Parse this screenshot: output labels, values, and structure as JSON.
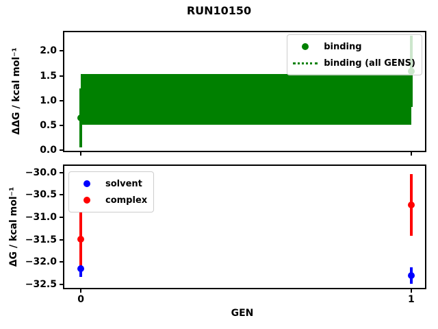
{
  "figure": {
    "title": "RUN10150"
  },
  "chart_data": [
    {
      "type": "scatter",
      "name": "binding-free-energy-plot",
      "title": "",
      "ylabel": "ΔΔG / kcal mol⁻¹",
      "xlabel": "",
      "xlim": [
        -0.05,
        1.05
      ],
      "ylim": [
        -0.07,
        2.38
      ],
      "ytick_values": [
        0.0,
        0.5,
        1.0,
        1.5,
        2.0
      ],
      "ytick_labels": [
        "0.0",
        "0.5",
        "1.0",
        "1.5",
        "2.0"
      ],
      "xtick_values": [
        0,
        1
      ],
      "xtick_labels": [
        "",
        ""
      ],
      "grid": false,
      "series": [
        {
          "name": "binding",
          "color": "#008000",
          "marker": "circle",
          "x": [
            0,
            1
          ],
          "y": [
            0.65,
            1.59
          ],
          "yerr": [
            0.59,
            0.72
          ]
        }
      ],
      "band": {
        "name": "binding (all GENS)",
        "color": "#008000",
        "style": "dotted",
        "x": [
          0,
          1
        ],
        "y_center": 1.02,
        "y_low": 0.51,
        "y_high": 1.54
      },
      "legend": {
        "position": "upper-right",
        "entries": [
          {
            "label": "binding",
            "marker": "dot",
            "color": "#008000"
          },
          {
            "label": "binding (all GENS)",
            "marker": "dotted-line",
            "color": "#008000"
          }
        ]
      }
    },
    {
      "type": "scatter",
      "name": "solvent-complex-free-energy-plot",
      "title": "",
      "ylabel": "ΔG / kcal mol⁻¹",
      "xlabel": "GEN",
      "xlim": [
        -0.05,
        1.05
      ],
      "ylim": [
        -32.64,
        -29.85
      ],
      "ytick_values": [
        -30.0,
        -30.5,
        -31.0,
        -31.5,
        -32.0,
        -32.5
      ],
      "ytick_labels": [
        "−30.0",
        "−30.5",
        "−31.0",
        "−31.5",
        "−32.0",
        "−32.5"
      ],
      "xtick_values": [
        0,
        1
      ],
      "xtick_labels": [
        "0",
        "1"
      ],
      "grid": false,
      "series": [
        {
          "name": "solvent",
          "color": "#0000ff",
          "marker": "circle",
          "x": [
            0,
            1
          ],
          "y": [
            -32.15,
            -32.3
          ],
          "yerr": [
            0.18,
            0.18
          ]
        },
        {
          "name": "complex",
          "color": "#ff0000",
          "marker": "circle",
          "x": [
            0,
            1
          ],
          "y": [
            -31.49,
            -30.72
          ],
          "yerr": [
            0.59,
            0.69
          ]
        }
      ],
      "legend": {
        "position": "upper-left",
        "entries": [
          {
            "label": "solvent",
            "marker": "dot",
            "color": "#0000ff"
          },
          {
            "label": "complex",
            "marker": "dot",
            "color": "#ff0000"
          }
        ]
      }
    }
  ]
}
